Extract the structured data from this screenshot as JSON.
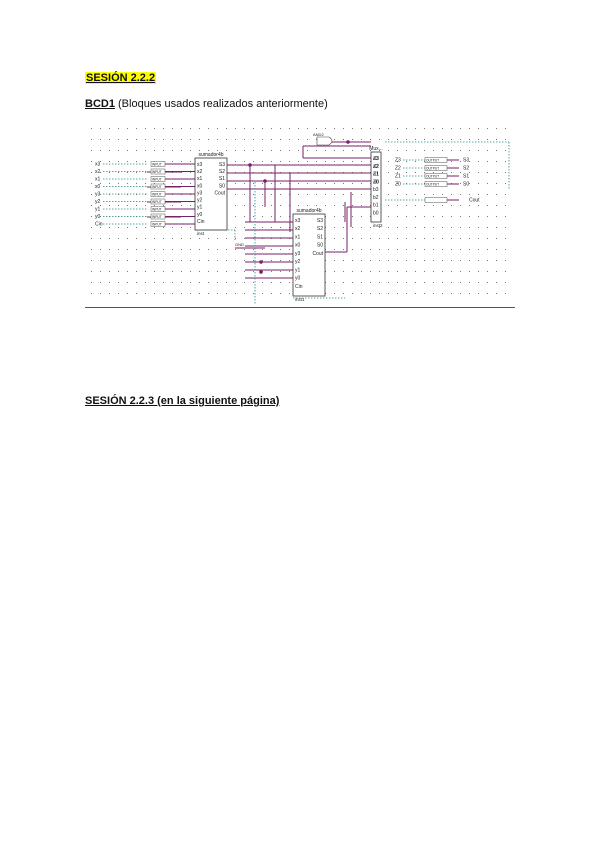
{
  "doc": {
    "heading1": "SESIÓN 2.2.2",
    "subtitle_bold": "BCD1",
    "subtitle_rest": " (Bloques usados realizados anteriormente)",
    "heading2": "SESIÓN 2.2.3 (en la siguiente página)"
  },
  "colors": {
    "highlight": "#ffff00",
    "wire": "#7a1f6b",
    "grid_dot": "#777777",
    "dotted": "#2a8a8a"
  },
  "schematic": {
    "block1": {
      "title": "sumador4b",
      "pins_left": [
        "x3",
        "x2",
        "x1",
        "x0",
        "y3",
        "y2",
        "y1",
        "y0",
        "Cin"
      ],
      "pins_right": [
        "S3",
        "S2",
        "S1",
        "S0",
        "Cout"
      ],
      "footer": "inst"
    },
    "block2": {
      "title": "sumador4b",
      "pins_left": [
        "x3",
        "x2",
        "x1",
        "x0",
        "y3",
        "y2",
        "y1",
        "y0",
        "Cin"
      ],
      "pins_right": [
        "S3",
        "S2",
        "S1",
        "S0",
        "Cout"
      ],
      "footer": "inst1"
    },
    "block3": {
      "title": "Mux...",
      "pins_left": [
        "a3",
        "a2",
        "a1",
        "a0",
        "b3",
        "b2",
        "b1",
        "b0"
      ],
      "pins_right": [
        "Z3",
        "Z2",
        "Z1",
        "Z0"
      ],
      "footer": "inst2"
    },
    "inputs": [
      "x3",
      "x2",
      "x1",
      "x0",
      "y3",
      "y2",
      "y1",
      "y0",
      "Cin"
    ],
    "input_tag": "INPUT",
    "outputs": [
      "S3",
      "S2",
      "S1",
      "S0"
    ],
    "output_tag": "OUTPUT",
    "cout_label": "Cout",
    "top_gate": "AND2",
    "gnd_label": "GND"
  }
}
